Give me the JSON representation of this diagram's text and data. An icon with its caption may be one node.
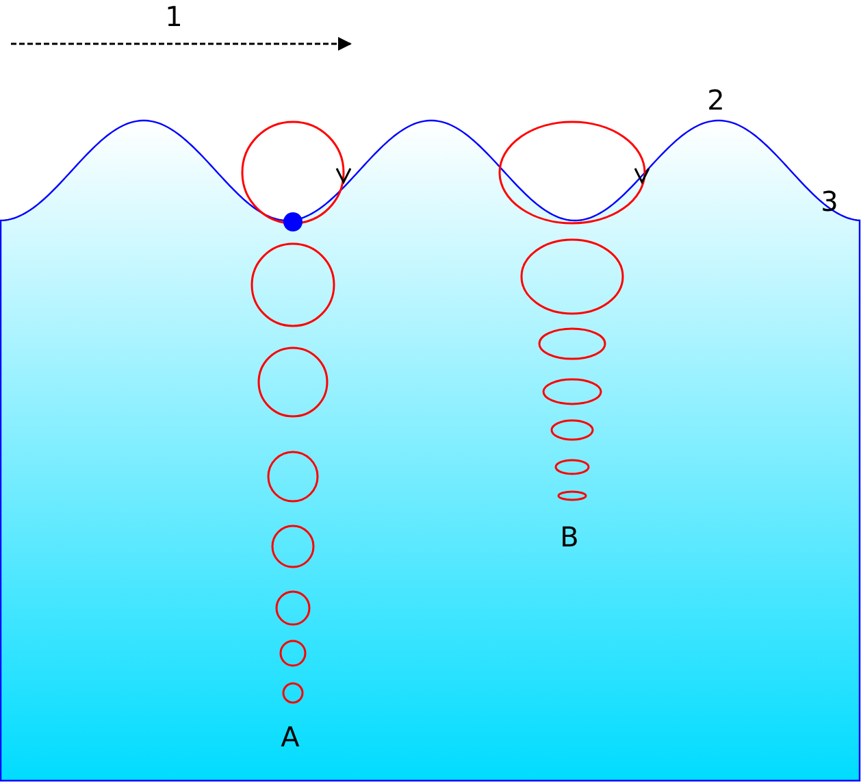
{
  "diagram": {
    "labels": [
      "1",
      "2",
      "3",
      "B",
      "A"
    ]
  }
}
